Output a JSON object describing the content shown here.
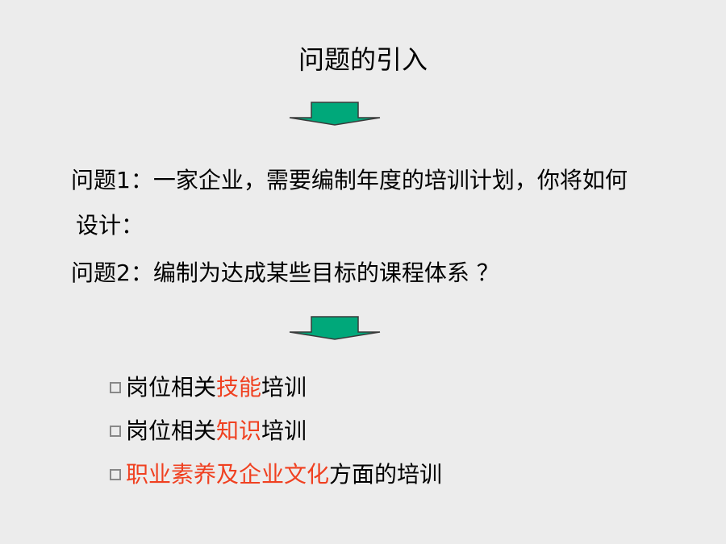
{
  "colors": {
    "arrow_fill": "#00a87a",
    "arrow_stroke": "#3a3a3a",
    "highlight": "#f04020",
    "bullet_border": "#888888",
    "background": "#ececec"
  },
  "title": "问题的引入",
  "questions": {
    "q1_line1": "问题1：一家企业，需要编制年度的培训计划，你将如何",
    "q1_line2": "设计：",
    "q2": "问题2：编制为达成某些目标的课程体系 ？"
  },
  "bullets": [
    {
      "pre": "岗位相关",
      "hl": "技能",
      "post": "培训"
    },
    {
      "pre": "岗位相关",
      "hl": "知识",
      "post": "培训"
    },
    {
      "pre": "",
      "hl": "职业素养及企业文化",
      "post": "方面的培训"
    }
  ]
}
